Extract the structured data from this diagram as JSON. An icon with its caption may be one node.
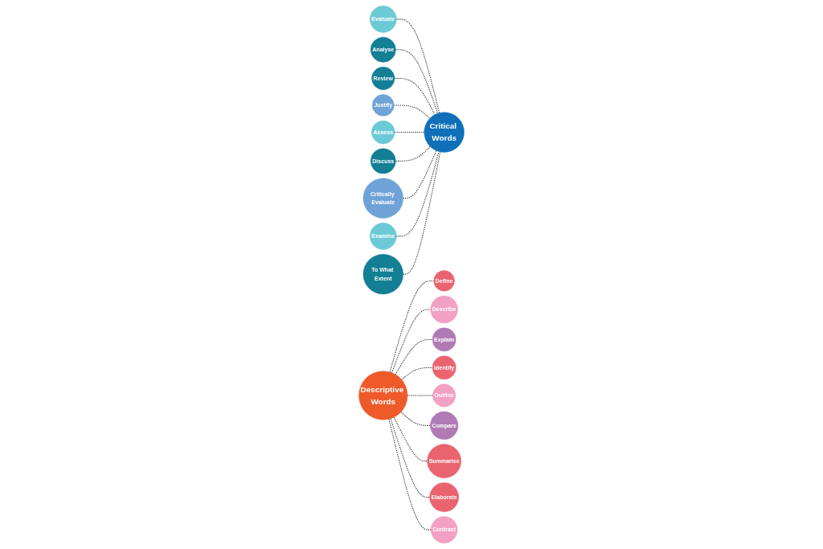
{
  "diagram": {
    "nodes": [
      {
        "text": [
          "Evaluate"
        ]
      },
      {
        "text": [
          "Analyse"
        ]
      },
      {
        "text": [
          "Define"
        ]
      },
      {
        "text": [
          "Describe"
        ]
      },
      {
        "text": [
          "Review"
        ]
      },
      {
        "text": [
          "Justify"
        ]
      },
      {
        "text": [
          "Explain"
        ]
      },
      {
        "text": [
          "Identify"
        ]
      },
      {
        "text": [
          "Assess"
        ]
      },
      {
        "text": [
          "Critical Words"
        ]
      },
      {
        "text": [
          "Descriptive Words"
        ]
      },
      {
        "text": [
          "Outline"
        ]
      },
      {
        "text": [
          "Discuss"
        ]
      },
      {
        "text": [
          "Critically Evaluate"
        ]
      },
      {
        "text": [
          "Compare"
        ]
      },
      {
        "text": [
          "Summarise"
        ]
      },
      {
        "text": [
          "Examine"
        ]
      },
      {
        "text": [
          "To What Extent"
        ]
      },
      {
        "text": [
          "Elaborate"
        ]
      },
      {
        "text": [
          "Contrast"
        ]
      }
    ],
    "edges": [
      {
        "from": 0,
        "to": 9,
        "arrow": "none",
        "style": "dashed"
      },
      {
        "from": 1,
        "to": 9,
        "arrow": "none",
        "style": "dashed"
      },
      {
        "from": 4,
        "to": 9,
        "arrow": "none",
        "style": "dashed"
      },
      {
        "from": 5,
        "to": 9,
        "arrow": "none",
        "style": "dashed"
      },
      {
        "from": 8,
        "to": 9,
        "arrow": "none",
        "style": "dashed"
      },
      {
        "from": 12,
        "to": 9,
        "arrow": "none",
        "style": "dashed"
      },
      {
        "from": 13,
        "to": 9,
        "arrow": "none",
        "style": "dashed"
      },
      {
        "from": 16,
        "to": 9,
        "arrow": "none",
        "style": "dashed"
      },
      {
        "from": 17,
        "to": 9,
        "arrow": "none",
        "style": "dashed"
      },
      {
        "from": 10,
        "to": 2,
        "arrow": "none",
        "style": "dashed"
      },
      {
        "from": 10,
        "to": 3,
        "arrow": "none",
        "style": "dashed"
      },
      {
        "from": 10,
        "to": 6,
        "arrow": "none",
        "style": "dashed"
      },
      {
        "from": 10,
        "to": 7,
        "arrow": "none",
        "style": "dashed"
      },
      {
        "from": 10,
        "to": 11,
        "arrow": "none",
        "style": "dashed"
      },
      {
        "from": 10,
        "to": 14,
        "arrow": "none",
        "style": "dashed"
      },
      {
        "from": 10,
        "to": 15,
        "arrow": "none",
        "style": "dashed"
      },
      {
        "from": 10,
        "to": 18,
        "arrow": "none",
        "style": "dashed"
      },
      {
        "from": 10,
        "to": 19,
        "arrow": "none",
        "style": "dashed"
      }
    ]
  }
}
